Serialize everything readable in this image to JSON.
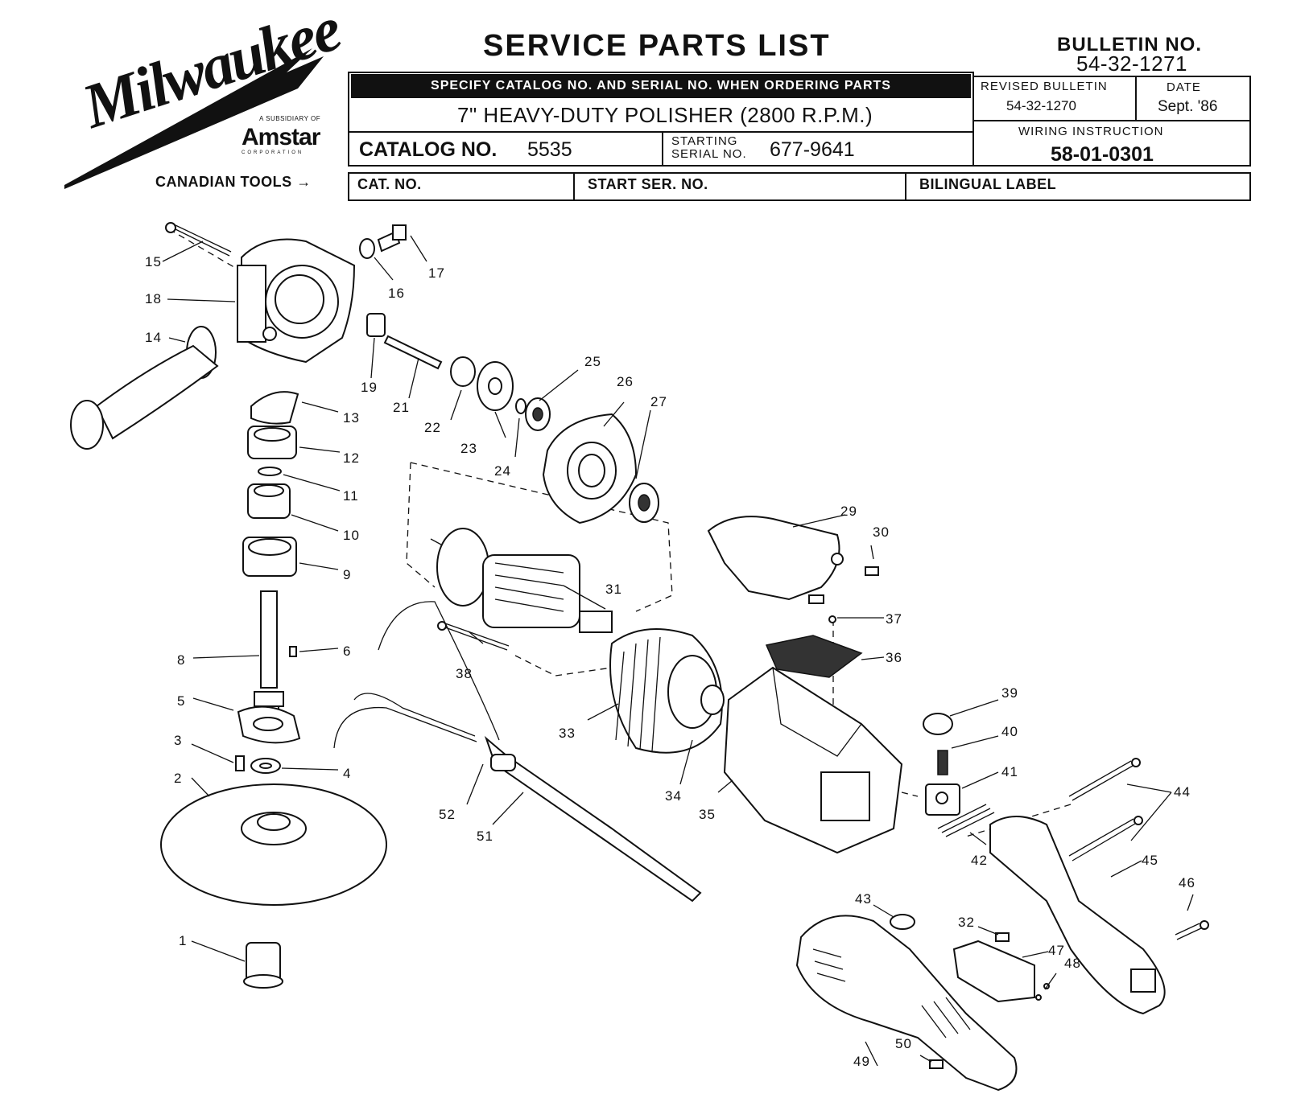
{
  "header": {
    "brand": "Milwaukee",
    "subsidiary": "A SUBSIDIARY OF",
    "parent": "Amstar",
    "parent_suffix": "CORPORATION",
    "title": "SERVICE PARTS LIST",
    "bulletin_label": "BULLETIN NO.",
    "bulletin_no": "54-32-1271"
  },
  "info": {
    "instruction": "SPECIFY CATALOG NO. AND SERIAL NO. WHEN ORDERING PARTS",
    "product": "7\" HEAVY-DUTY POLISHER (2800 R.P.M.)",
    "catalog_label": "CATALOG NO.",
    "catalog_no": "5535",
    "starting_label_1": "STARTING",
    "starting_label_2": "SERIAL NO.",
    "starting_serial": "677-9641",
    "revised_label": "REVISED BULLETIN",
    "revised_no": "54-32-1270",
    "date_label": "DATE",
    "date": "Sept. '86",
    "wiring_label": "WIRING INSTRUCTION",
    "wiring_no": "58-01-0301"
  },
  "canadian": {
    "label": "CANADIAN TOOLS",
    "arrow": "→",
    "cat_no": "CAT. NO.",
    "start_ser": "START SER. NO.",
    "bilingual": "BILINGUAL LABEL"
  },
  "callouts": [
    "15",
    "18",
    "14",
    "16",
    "17",
    "19",
    "21",
    "22",
    "23",
    "25",
    "24",
    "26",
    "27",
    "13",
    "12",
    "11",
    "10",
    "9",
    "8",
    "6",
    "5",
    "3",
    "4",
    "2",
    "1",
    "29",
    "30",
    "31",
    "37",
    "36",
    "38",
    "33",
    "34",
    "35",
    "39",
    "40",
    "41",
    "42",
    "44",
    "45",
    "46",
    "43",
    "32",
    "47",
    "48",
    "49",
    "50",
    "52",
    "51"
  ]
}
